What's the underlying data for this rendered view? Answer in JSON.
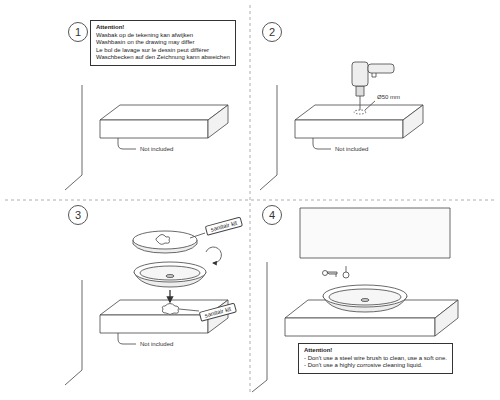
{
  "diagram": {
    "nodes": [
      {
        "text": [
          "1"
        ]
      },
      {
        "text": [
          "Attention!",
          "Wasbak op de tekening kan afwijken",
          "Washbasin on the drawing may differ",
          "Le bol de lavage sur le dessin peut différer",
          "Waschbecken auf den Zeichnung kann abweichen"
        ]
      },
      {
        "text": [
          "2"
        ]
      },
      {
        "text": [
          "3"
        ]
      },
      {
        "text": [
          "sanitair kit"
        ]
      },
      {
        "text": [
          "sanitair kit"
        ]
      },
      {
        "text": [
          "4"
        ]
      },
      {
        "text": [
          "Attention!",
          "- Don't use a steel wire brush to clean, use a soft one.",
          "- Don't use a highly corrosive cleaning liquid."
        ]
      }
    ],
    "labels": [
      "Not included",
      "Ø50 mm",
      "Not included",
      "Not included"
    ]
  }
}
